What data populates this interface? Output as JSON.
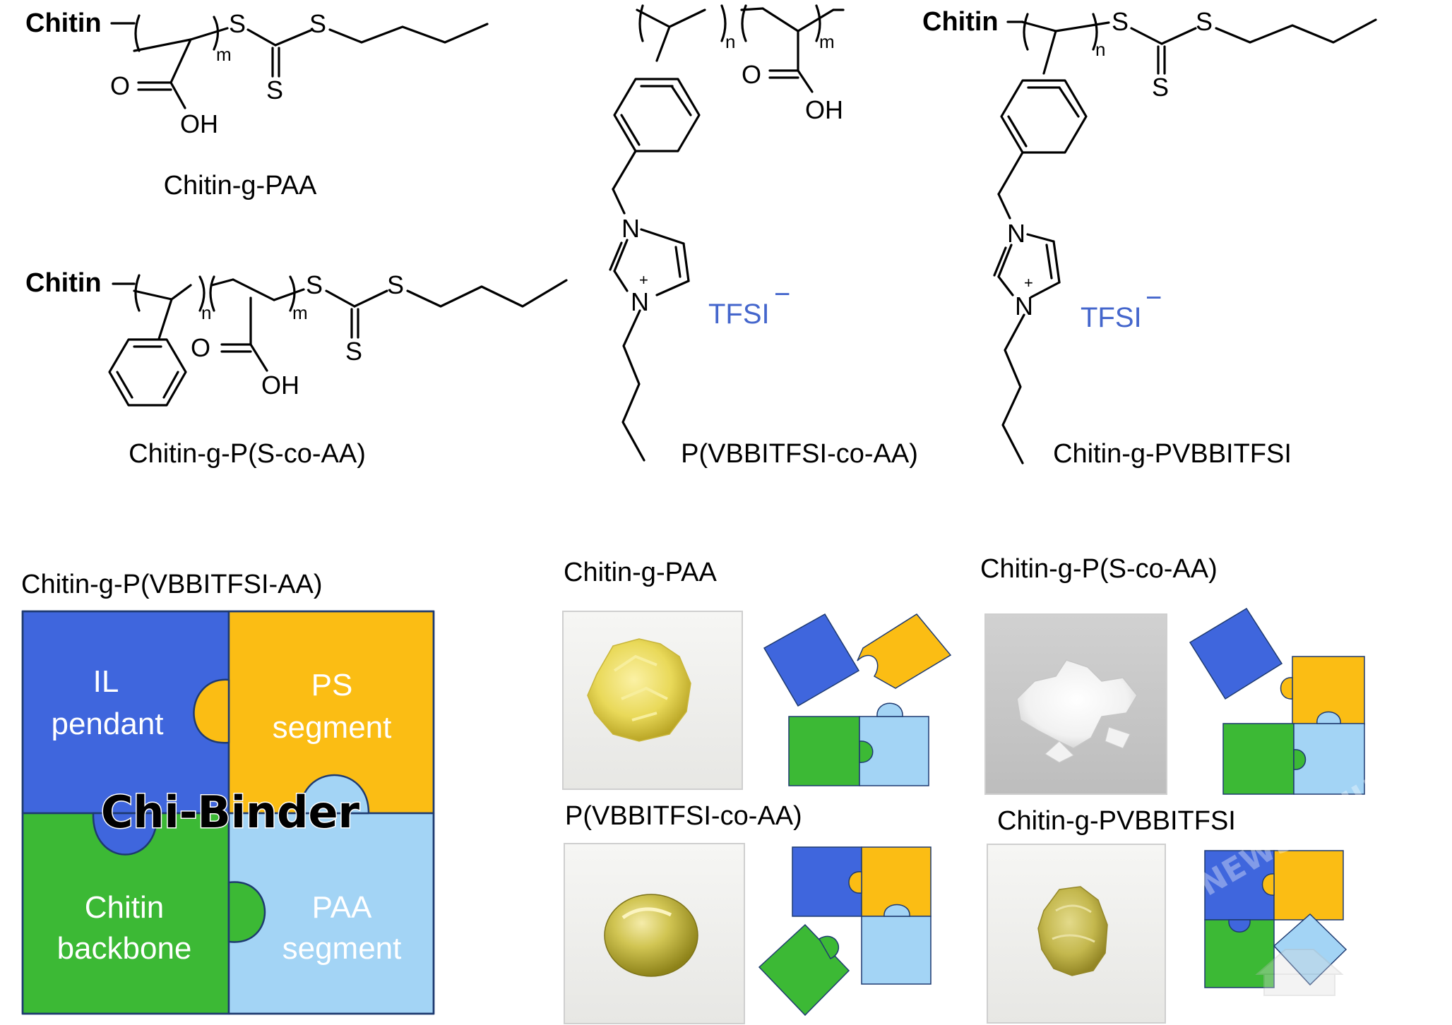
{
  "chemistry": {
    "chitin_label": "Chitin",
    "atoms": {
      "S": "S",
      "O": "O",
      "OH": "OH",
      "N": "N",
      "plus": "+"
    },
    "repeat_index": {
      "m": "m",
      "n": "n"
    },
    "counterion": {
      "text": "TFSI",
      "charge": "−"
    },
    "structures": {
      "s1": "Chitin-g-PAA",
      "s2": "Chitin-g-P(S-co-AA)",
      "s3": "P(VBBITFSI-co-AA)",
      "s4": "Chitin-g-PVBBITFSI"
    }
  },
  "chi_binder": {
    "title": "Chitin-g-P(VBBITFSI-AA)",
    "center_label": "Chi-Binder",
    "pieces": [
      {
        "line1": "IL",
        "line2": "pendant",
        "color": "#3f66dd"
      },
      {
        "line1": "PS",
        "line2": "segment",
        "color": "#fbbd14"
      },
      {
        "line1": "Chitin",
        "line2": "backbone",
        "color": "#3cb935"
      },
      {
        "line1": "PAA",
        "line2": "segment",
        "color": "#a3d4f5"
      }
    ]
  },
  "photos": [
    {
      "label": "Chitin-g-PAA",
      "sample": "yellow crumbly solid"
    },
    {
      "label": "Chitin-g-P(S-co-AA)",
      "sample": "white fibrous solid"
    },
    {
      "label": "P(VBBITFSI-co-AA)",
      "sample": "yellow rubbery bead"
    },
    {
      "label": "Chitin-g-PVBBITFSI",
      "sample": "yellow-green lump"
    }
  ],
  "watermark": "NEWS.WHU"
}
